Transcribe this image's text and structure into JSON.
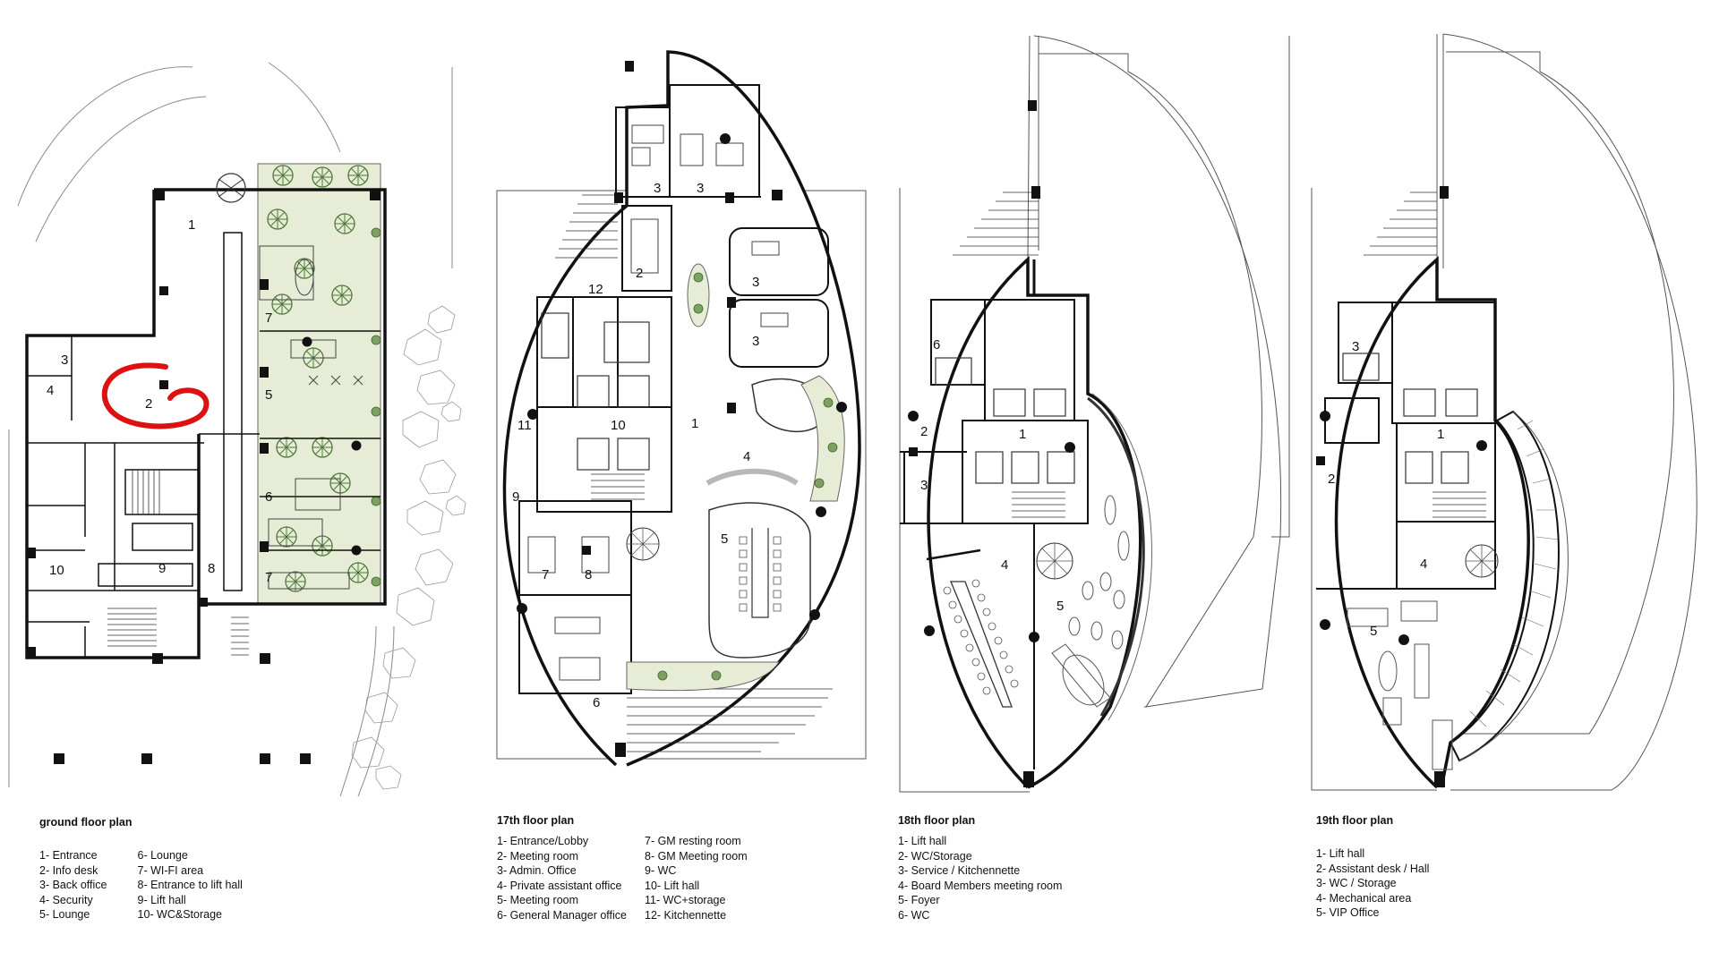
{
  "colors": {
    "wall": "#111111",
    "line": "#444444",
    "garden": "#e6ecd5",
    "tree": "#4e7a3a",
    "highlight": "#dd1111"
  },
  "plans": [
    {
      "title": "ground floor plan",
      "legend": [
        [
          "1- Entrance",
          "2- Info desk",
          "3- Back office",
          "4- Security",
          "5- Lounge"
        ],
        [
          "6- Lounge",
          "7- WI-FI area",
          "8- Entrance to lift hall",
          "9- Lift hall",
          "10- WC&Storage"
        ]
      ],
      "labels": [
        "1",
        "2",
        "3",
        "4",
        "5",
        "6",
        "7",
        "7",
        "8",
        "9",
        "10"
      ]
    },
    {
      "title": "17th floor plan",
      "legend": [
        [
          "1- Entrance/Lobby",
          "2- Meeting room",
          "3- Admin. Office",
          "4- Private assistant office",
          "5- Meeting room",
          "6- General Manager office"
        ],
        [
          "7- GM resting room",
          "8- GM Meeting room",
          "9- WC",
          "10- Lift hall",
          "11- WC+storage",
          "12- Kitchennette"
        ]
      ],
      "labels": [
        "1",
        "2",
        "3",
        "3",
        "3",
        "3",
        "4",
        "5",
        "6",
        "7",
        "8",
        "9",
        "10",
        "11",
        "12"
      ]
    },
    {
      "title": "18th floor plan",
      "legend": [
        [
          "1- Lift hall",
          "2- WC/Storage",
          "3- Service / Kitchennette",
          "4- Board Members meeting room",
          "5- Foyer",
          "6- WC"
        ]
      ],
      "labels": [
        "1",
        "2",
        "3",
        "4",
        "5",
        "6"
      ]
    },
    {
      "title": "19th floor plan",
      "legend": [
        [
          "1- Lift hall",
          "2- Assistant desk / Hall",
          "3- WC / Storage",
          "4- Mechanical area",
          "5- VIP Office"
        ]
      ],
      "labels": [
        "1",
        "2",
        "3",
        "4",
        "5"
      ]
    }
  ]
}
